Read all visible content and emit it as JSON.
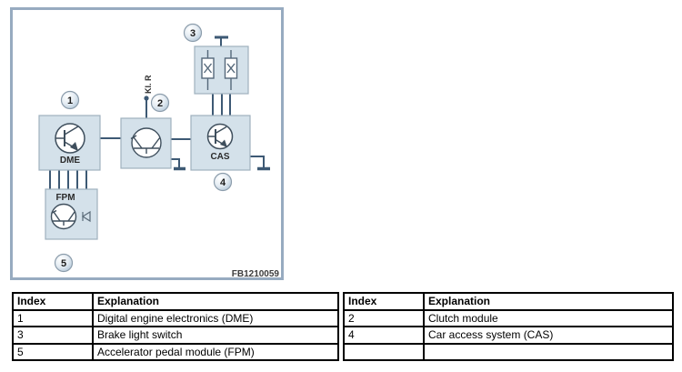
{
  "diagram": {
    "figure_code": "FB1210059",
    "terminal_label": "Kl. R",
    "badges": {
      "b1": "1",
      "b2": "2",
      "b3": "3",
      "b4": "4",
      "b5": "5"
    },
    "box_labels": {
      "dme": "DME",
      "cas": "CAS",
      "fpm": "FPM"
    },
    "colors": {
      "frame": "#97abc0",
      "box_fill": "#d4e1ea",
      "box_stroke": "#9fb0bd",
      "wire": "#3d5974",
      "symbol": "#3f4f5d"
    }
  },
  "table": {
    "left": {
      "headers": [
        "Index",
        "Explanation"
      ],
      "rows": [
        [
          "1",
          "Digital engine electronics (DME)"
        ],
        [
          "3",
          "Brake light switch"
        ],
        [
          "5",
          "Accelerator pedal module (FPM)"
        ]
      ]
    },
    "right": {
      "headers": [
        "Index",
        "Explanation"
      ],
      "rows": [
        [
          "2",
          "Clutch module"
        ],
        [
          "4",
          "Car access system (CAS)"
        ],
        [
          "",
          ""
        ]
      ]
    }
  }
}
